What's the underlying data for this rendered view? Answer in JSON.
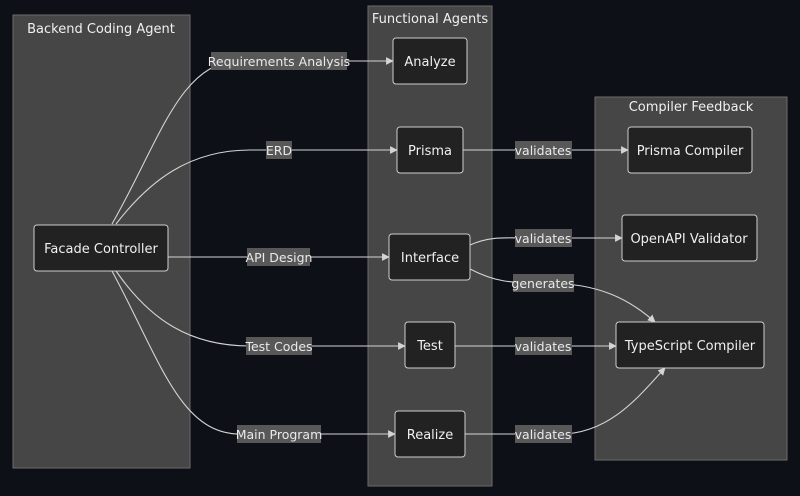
{
  "clusters": {
    "backend": "Backend Coding Agent",
    "functional": "Functional Agents",
    "compiler": "Compiler Feedback"
  },
  "nodes": {
    "facade": "Facade Controller",
    "analyze": "Analyze",
    "prisma": "Prisma",
    "interface": "Interface",
    "test": "Test",
    "realize": "Realize",
    "prisma_compiler": "Prisma Compiler",
    "openapi_validator": "OpenAPI Validator",
    "ts_compiler": "TypeScript Compiler"
  },
  "edge_labels": {
    "requirements": "Requirements Analysis",
    "erd": "ERD",
    "api_design": "API Design",
    "test_codes": "Test Codes",
    "main_program": "Main Program",
    "validates_prisma": "validates",
    "validates_openapi": "validates",
    "generates": "generates",
    "validates_test": "validates",
    "validates_realize": "validates"
  },
  "colors": {
    "background": "#0d1117",
    "cluster": "#464646",
    "node": "#222222",
    "edge": "#d4d4d4"
  }
}
